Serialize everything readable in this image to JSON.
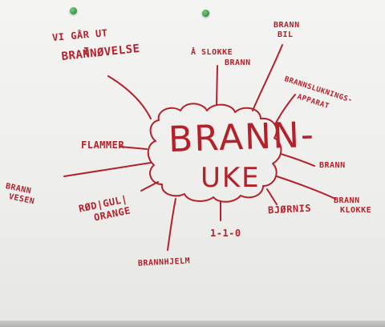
{
  "colors": {
    "ink": "#b3222b",
    "board": "#f1f1ef",
    "pin": "#2e9b46"
  },
  "mindmap": {
    "center": {
      "line1": "BRANN-",
      "line2": "UKE"
    },
    "labels": {
      "vi_gar_ut": "VI GÅR UT",
      "i": "I",
      "brannovelse": "BRANNØVELSE",
      "a_slokke": "Å SLOKKE",
      "brann_after_slokke": "BRANN",
      "brann_bil_1": "BRANN",
      "brann_bil_2": "BIL",
      "brannslukning_1": "BRANNSLUKNINGS-",
      "brannslukning_2": "APPARAT",
      "flammer": "FLAMMER",
      "brann_right": "BRANN",
      "brannvesen_1": "BRANN",
      "brannvesen_2": "VESEN",
      "rod_gul_1": "RØD|GUL|",
      "rod_gul_2": "ORANGE",
      "bjornis": "BJØRNIS",
      "brannklokke_1": "BRANN",
      "brannklokke_2": "KLOKKE",
      "one_one_zero": "1-1-0",
      "brannhjelm": "BRANNHJELM"
    }
  }
}
